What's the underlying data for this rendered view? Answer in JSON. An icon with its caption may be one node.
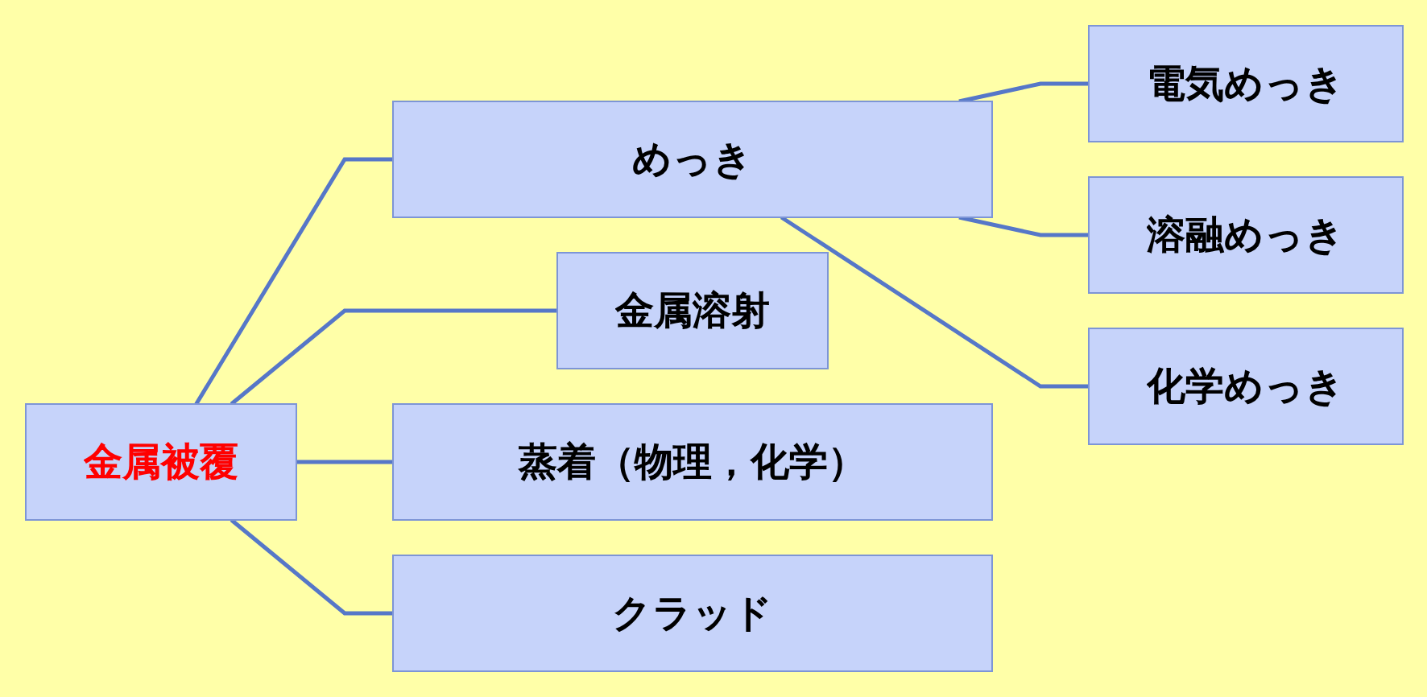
{
  "diagram": {
    "nodes": [
      {
        "text": [
          "金属被覆"
        ]
      },
      {
        "text": [
          "めっき"
        ]
      },
      {
        "text": [
          "金属溶射"
        ]
      },
      {
        "text": [
          "蒸着（物理，化学）"
        ]
      },
      {
        "text": [
          "クラッド"
        ]
      },
      {
        "text": [
          "電気めっき"
        ]
      },
      {
        "text": [
          "溶融めっき"
        ]
      },
      {
        "text": [
          "化学めっき"
        ]
      }
    ],
    "edges": [
      {
        "from": 0,
        "to": 1,
        "arrow": "none"
      },
      {
        "from": 0,
        "to": 2,
        "arrow": "none"
      },
      {
        "from": 0,
        "to": 3,
        "arrow": "none"
      },
      {
        "from": 0,
        "to": 4,
        "arrow": "none"
      },
      {
        "from": 1,
        "to": 5,
        "arrow": "none"
      },
      {
        "from": 1,
        "to": 6,
        "arrow": "none"
      },
      {
        "from": 1,
        "to": 7,
        "arrow": "none"
      }
    ]
  }
}
